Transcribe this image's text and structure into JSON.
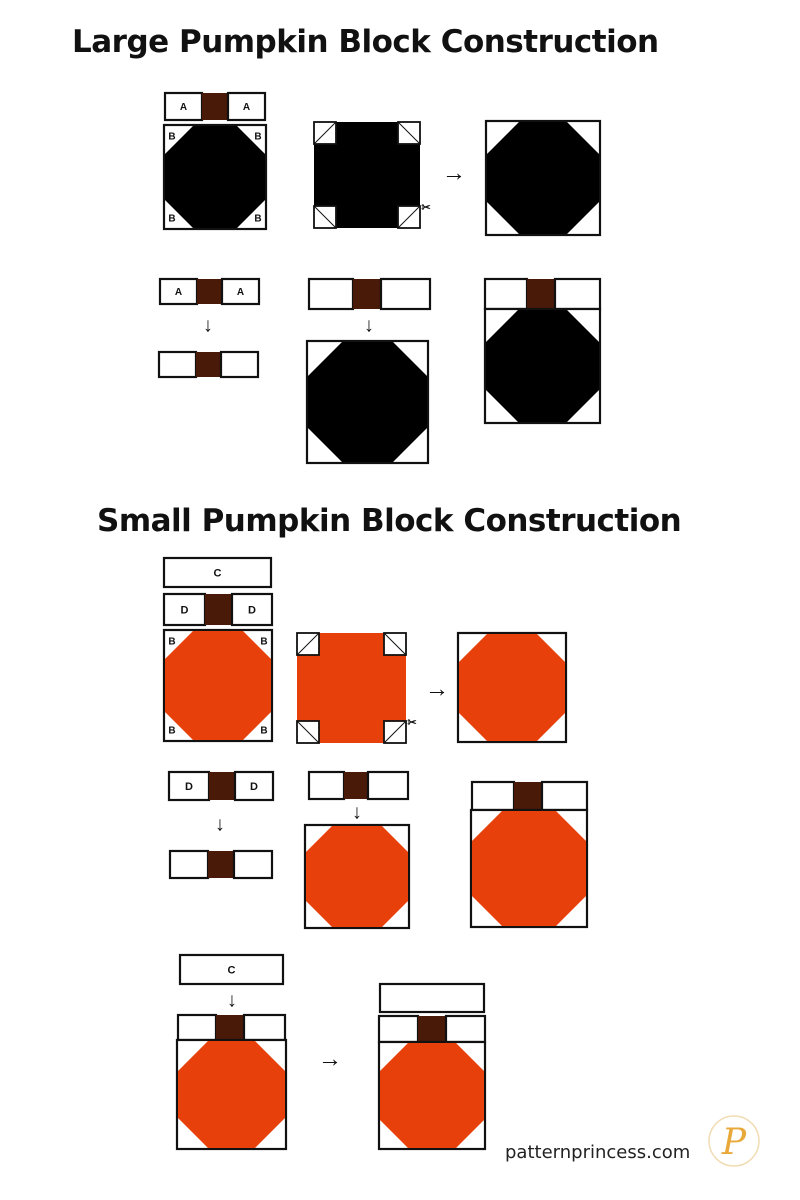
{
  "titles": {
    "large": "Large Pumpkin Block Construction",
    "small": "Small Pumpkin Block Construction"
  },
  "labels": {
    "a": "A",
    "b": "B",
    "c": "C",
    "d": "D",
    "arrow_right": "→",
    "arrow_down": "↓"
  },
  "footer": {
    "website": "patternprincess.com",
    "logo_letter": "P"
  },
  "colors": {
    "large_pumpkin": "#000000",
    "small_pumpkin": "#e8400a",
    "stem": "#4a1a08",
    "background": "#ffffff",
    "outline": "#111111",
    "logo_accent": "#e8a93a"
  }
}
